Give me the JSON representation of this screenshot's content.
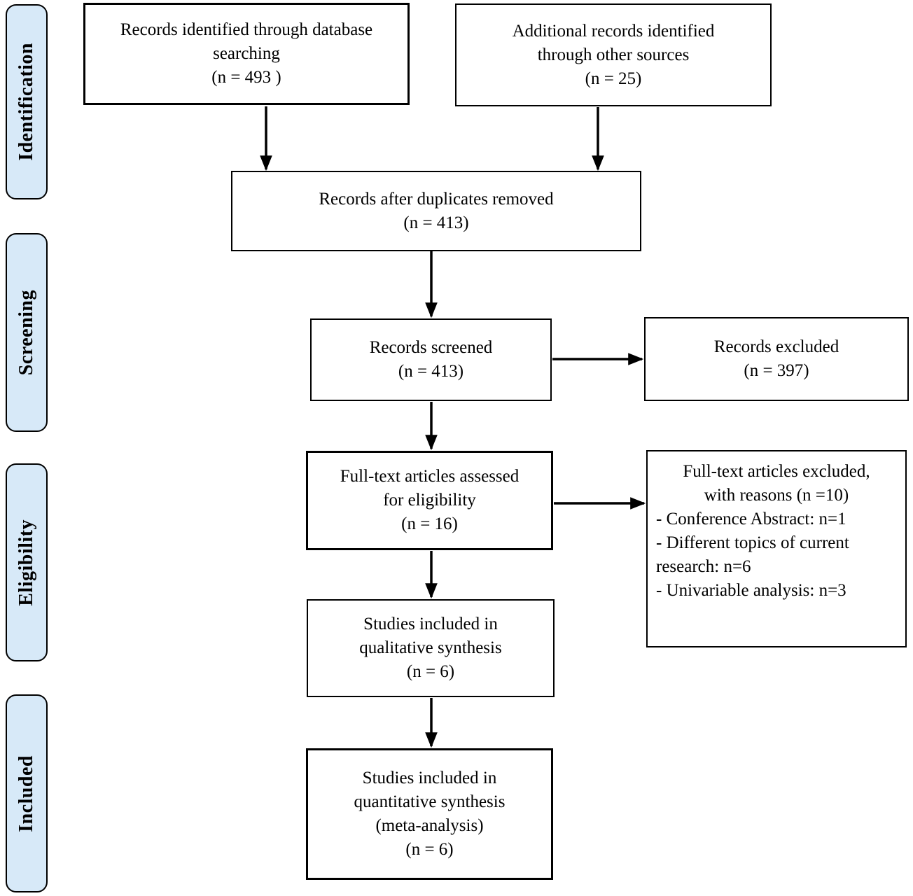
{
  "stages": [
    {
      "label": "Identification"
    },
    {
      "label": "Screening"
    },
    {
      "label": "Eligibility"
    },
    {
      "label": "Included"
    }
  ],
  "boxes": {
    "records_identified": {
      "lines": [
        "Records identified through database",
        "searching",
        "(n = 493 )"
      ]
    },
    "additional_records": {
      "lines": [
        "Additional records identified",
        "through other sources",
        "(n = 25)"
      ]
    },
    "duplicates_removed": {
      "lines": [
        "Records after duplicates removed",
        "(n = 413)"
      ]
    },
    "records_screened": {
      "lines": [
        "Records screened",
        "(n = 413)"
      ]
    },
    "records_excluded": {
      "lines": [
        "Records excluded",
        "(n = 397)"
      ]
    },
    "fulltext_assessed": {
      "lines": [
        "Full-text articles assessed",
        "for eligibility",
        "(n = 16)"
      ]
    },
    "fulltext_excluded": {
      "centered_lines": [
        "Full-text articles excluded,",
        "with reasons (n =10)"
      ],
      "reason_lines": [
        "- Conference Abstract: n=1",
        "- Different topics of current",
        "research: n=6",
        "- Univariable analysis: n=3"
      ]
    },
    "qualitative_synthesis": {
      "lines": [
        "Studies included in",
        "qualitative synthesis",
        "(n = 6)"
      ]
    },
    "quantitative_synthesis": {
      "lines": [
        "Studies included in",
        "quantitative synthesis",
        "(meta-analysis)",
        "(n = 6)"
      ]
    }
  },
  "colors": {
    "stage_fill": "#d7e9f8",
    "border": "#000000",
    "background": "#ffffff"
  }
}
